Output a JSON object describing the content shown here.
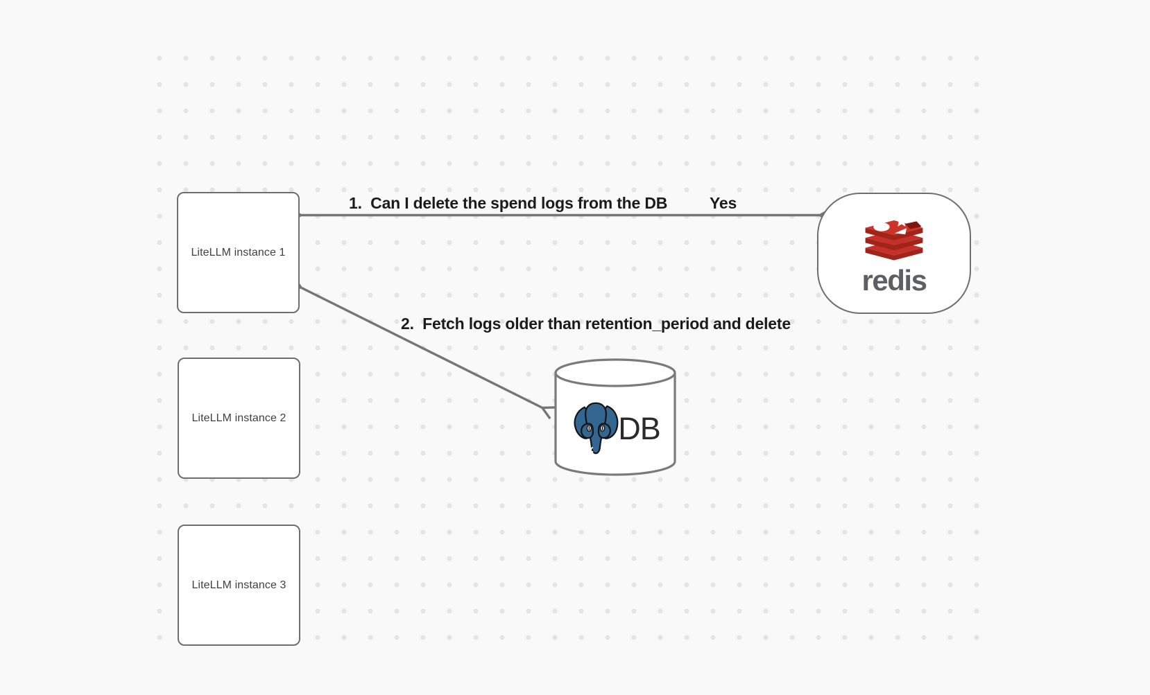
{
  "diagram": {
    "instances": [
      {
        "label": "LiteLLM instance 1"
      },
      {
        "label": "LiteLLM instance 2"
      },
      {
        "label": "LiteLLM instance 3"
      }
    ],
    "redis": {
      "wordmark": "redis",
      "logo_icon": "redis-stack-icon"
    },
    "db": {
      "label": "DB",
      "logo_icon": "postgresql-elephant-icon",
      "shape_icon": "database-cylinder-icon"
    },
    "edges": [
      {
        "label": "1.  Can I delete the spend logs from the DB",
        "response": "Yes",
        "from": "redis",
        "to": "LiteLLM instance 1",
        "style": "double-headed-arrow"
      },
      {
        "label": "2.  Fetch logs older than retention_period and delete",
        "from": "LiteLLM instance 1",
        "to": "DB",
        "style": "double-headed-arrow"
      }
    ],
    "colors": {
      "background": "#f9f9f9",
      "grid_dot": "#e4e4e4",
      "node_border": "#6e6e6e",
      "node_fill": "#ffffff",
      "arrow": "#757575",
      "edge_label_text": "#1b1b1b",
      "node_text": "#404040",
      "redis_red": "#c6302b",
      "redis_red_dark": "#a0241a",
      "redis_hole_dark": "#7e1710",
      "redis_wordmark": "#5d6063",
      "postgres_blue": "#336791",
      "db_text": "#2a2a2a"
    }
  }
}
